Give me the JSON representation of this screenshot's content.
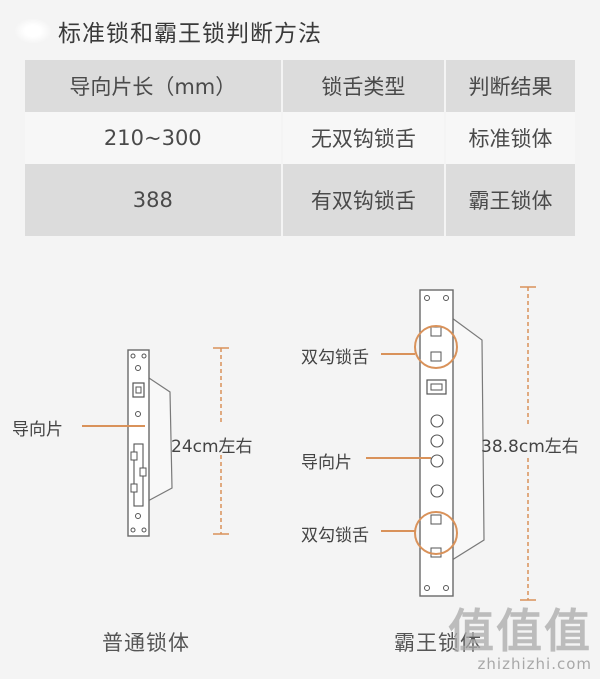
{
  "title": "标准锁和霸王锁判断方法",
  "table": {
    "headers": [
      "导向片长（mm）",
      "锁舌类型",
      "判断结果"
    ],
    "rows": [
      [
        "210~300",
        "无双钩锁舌",
        "标准锁体"
      ],
      [
        "388",
        "有双钩锁舌",
        "霸王锁体"
      ]
    ]
  },
  "diagram": {
    "left": {
      "guide_label": "导向片",
      "length_label": "24cm左右",
      "caption": "普通锁体"
    },
    "right": {
      "hook_label_top": "双勾锁舌",
      "guide_label": "导向片",
      "hook_label_bottom": "双勾锁舌",
      "length_label": "38.8cm左右",
      "caption": "霸王锁体"
    },
    "accent_color": "#d9925a"
  },
  "watermark": {
    "logo_text": "值值值",
    "site": "zhizhizhi.com"
  }
}
